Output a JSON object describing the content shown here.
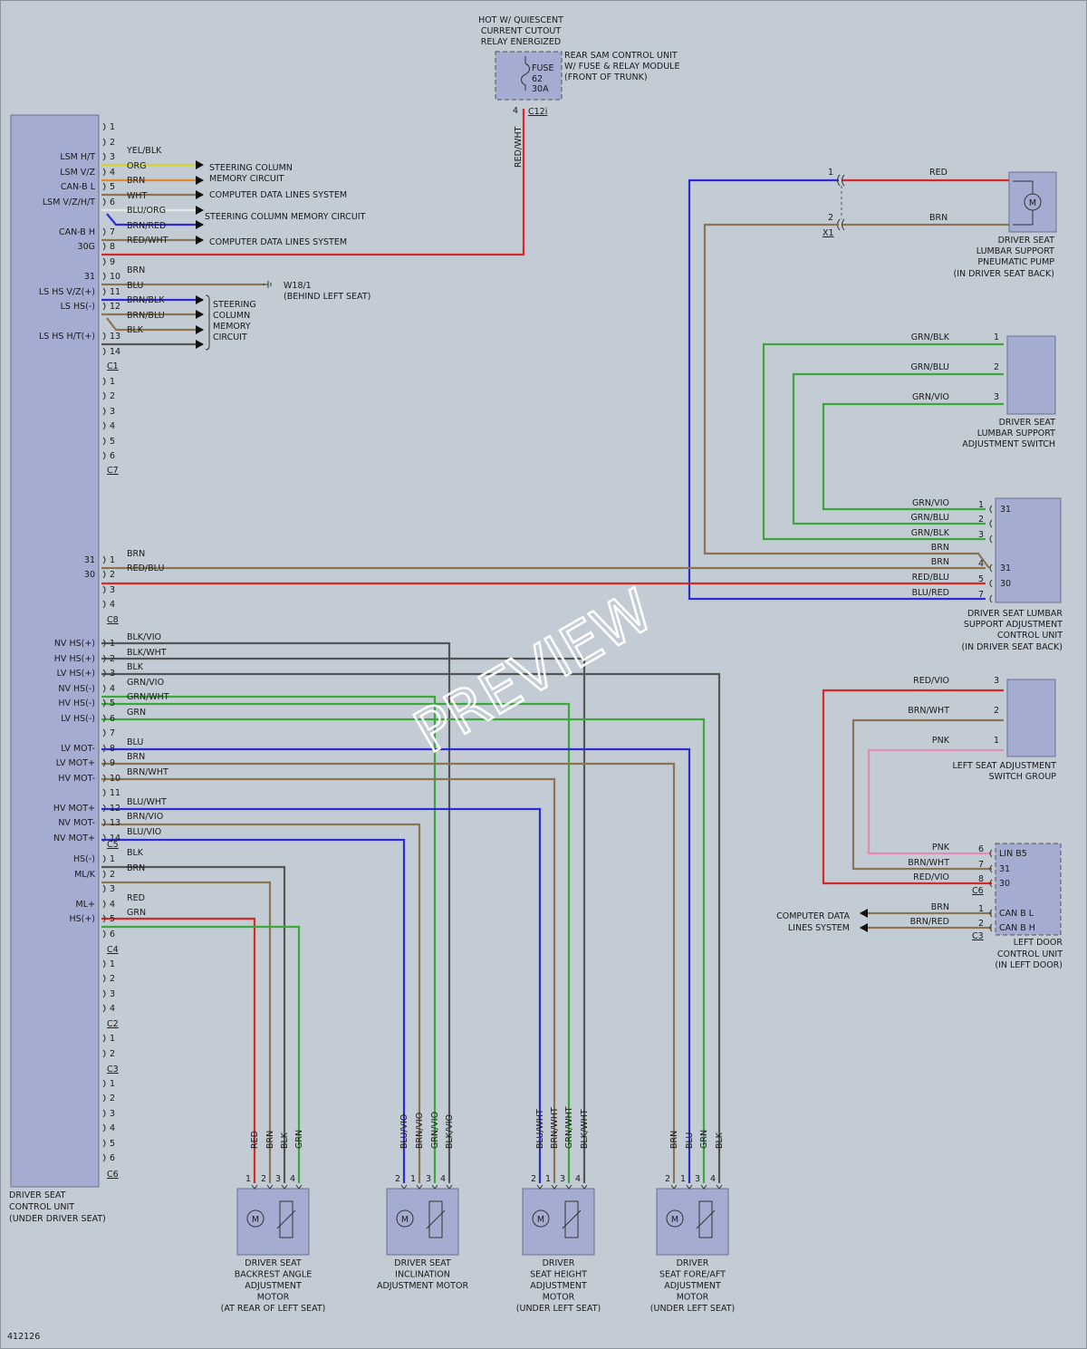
{
  "colors": {
    "background": "#c3ccd4",
    "component_fill": "#a4acd2",
    "RED": "#d42a2a",
    "BRN": "#8b7355",
    "BLK": "#555555",
    "BLU": "#2b2bd6",
    "GRN": "#3aa83a",
    "VIO": "#8a3fc0",
    "YEL": "#d8d230",
    "ORG": "#e08a2a",
    "WHT": "#e6e6e6",
    "PNK": "#e28ab8"
  },
  "watermark": "PREVIEW",
  "figure_number": "412126",
  "fuse": {
    "hot_label": [
      "HOT W/ QUIESCENT",
      "CURRENT CUTOUT",
      "RELAY ENERGIZED"
    ],
    "unit_label": [
      "REAR SAM CONTROL UNIT",
      "W/ FUSE & RELAY MODULE",
      "(FRONT OF TRUNK)"
    ],
    "fuse_text": [
      "FUSE",
      "62",
      "30A"
    ],
    "pin": "4",
    "connector": "C12i",
    "wire": "RED/WHT"
  },
  "control_unit": {
    "label": [
      "DRIVER SEAT",
      "CONTROL UNIT",
      "(UNDER DRIVER SEAT)"
    ],
    "connectors": [
      "C1",
      "C7",
      "C8",
      "C5",
      "C4",
      "C2",
      "C3",
      "C6"
    ]
  },
  "c1": {
    "pins": [
      {
        "n": "1",
        "sig": "",
        "wire": ""
      },
      {
        "n": "2",
        "sig": "",
        "wire": ""
      },
      {
        "n": "3",
        "sig": "LSM H/T",
        "wire": "YEL/BLK"
      },
      {
        "n": "4",
        "sig": "LSM V/Z",
        "wire": "ORG"
      },
      {
        "n": "5",
        "sig": "CAN-B L",
        "wire": "BRN"
      },
      {
        "n": "6",
        "sig": "LSM V/Z/H/T",
        "wire": "WHT"
      },
      {
        "n": "",
        "sig": "",
        "wire": "BLU/ORG"
      },
      {
        "n": "7",
        "sig": "CAN-B H",
        "wire": "BRN/RED"
      },
      {
        "n": "8",
        "sig": "30G",
        "wire": "RED/WHT"
      },
      {
        "n": "9",
        "sig": "",
        "wire": ""
      },
      {
        "n": "10",
        "sig": "31",
        "wire": "BRN"
      },
      {
        "n": "11",
        "sig": "LS HS V/Z(+)",
        "wire": "BLU"
      },
      {
        "n": "12",
        "sig": "LS HS(-)",
        "wire": "BRN/BLK"
      },
      {
        "n": "",
        "sig": "",
        "wire": "BRN/BLU"
      },
      {
        "n": "13",
        "sig": "LS HS H/T(+)",
        "wire": "BLK"
      },
      {
        "n": "14",
        "sig": "",
        "wire": ""
      }
    ],
    "destinations": {
      "steering_memory": [
        "STEERING COLUMN",
        "MEMORY CIRCUIT"
      ],
      "computer_data": "COMPUTER DATA LINES SYSTEM",
      "steering_memory_circuit": "STEERING COLUMN MEMORY CIRCUIT",
      "computer_data_2": "COMPUTER DATA LINES SYSTEM",
      "ground": [
        "W18/1",
        "(BEHIND LEFT SEAT)"
      ],
      "steering_memory_2": [
        "STEERING",
        "COLUMN",
        "MEMORY",
        "CIRCUIT"
      ]
    }
  },
  "c7": {
    "pins": [
      "1",
      "2",
      "3",
      "4",
      "5",
      "6"
    ]
  },
  "c8": {
    "pins": [
      {
        "n": "1",
        "sig": "31",
        "wire": "BRN"
      },
      {
        "n": "2",
        "sig": "30",
        "wire": "RED/BLU"
      },
      {
        "n": "3",
        "sig": "",
        "wire": ""
      },
      {
        "n": "4",
        "sig": "",
        "wire": ""
      }
    ]
  },
  "c5": {
    "pins": [
      {
        "n": "1",
        "sig": "NV HS(+)",
        "wire": "BLK/VIO"
      },
      {
        "n": "2",
        "sig": "HV HS(+)",
        "wire": "BLK/WHT"
      },
      {
        "n": "3",
        "sig": "LV HS(+)",
        "wire": "BLK"
      },
      {
        "n": "4",
        "sig": "NV HS(-)",
        "wire": "GRN/VIO"
      },
      {
        "n": "5",
        "sig": "HV HS(-)",
        "wire": "GRN/WHT"
      },
      {
        "n": "6",
        "sig": "LV HS(-)",
        "wire": "GRN"
      },
      {
        "n": "7",
        "sig": "",
        "wire": ""
      },
      {
        "n": "8",
        "sig": "LV MOT-",
        "wire": "BLU"
      },
      {
        "n": "9",
        "sig": "LV MOT+",
        "wire": "BRN"
      },
      {
        "n": "10",
        "sig": "HV MOT-",
        "wire": "BRN/WHT"
      },
      {
        "n": "11",
        "sig": "",
        "wire": ""
      },
      {
        "n": "12",
        "sig": "HV MOT+",
        "wire": "BLU/WHT"
      },
      {
        "n": "13",
        "sig": "NV MOT-",
        "wire": "BRN/VIO"
      },
      {
        "n": "14",
        "sig": "NV MOT+",
        "wire": "BLU/VIO"
      }
    ]
  },
  "c4": {
    "pins": [
      {
        "n": "1",
        "sig": "HS(-)",
        "wire": "BLK"
      },
      {
        "n": "2",
        "sig": "ML/K",
        "wire": "BRN"
      },
      {
        "n": "3",
        "sig": "",
        "wire": ""
      },
      {
        "n": "4",
        "sig": "ML+",
        "wire": "RED"
      },
      {
        "n": "5",
        "sig": "HS(+)",
        "wire": "GRN"
      },
      {
        "n": "6",
        "sig": "",
        "wire": ""
      }
    ]
  },
  "c2": {
    "pins": [
      "1",
      "2",
      "3",
      "4"
    ]
  },
  "c3": {
    "pins": [
      "1",
      "2"
    ]
  },
  "c6": {
    "pins": [
      "1",
      "2",
      "3",
      "4",
      "5",
      "6"
    ]
  },
  "pump": {
    "label": [
      "DRIVER SEAT",
      "LUMBAR SUPPORT",
      "PNEUMATIC PUMP",
      "(IN DRIVER SEAT BACK)"
    ],
    "pins": [
      "1",
      "2"
    ],
    "wires": [
      "RED",
      "BRN"
    ],
    "connector": "X1",
    "motor": "M"
  },
  "lumbar_switch": {
    "label": [
      "DRIVER SEAT",
      "LUMBAR SUPPORT",
      "ADJUSTMENT SWITCH"
    ],
    "pins": [
      "1",
      "2",
      "3"
    ],
    "wires": [
      "GRN/BLK",
      "GRN/BLU",
      "GRN/VIO"
    ]
  },
  "lumbar_unit": {
    "label": [
      "DRIVER SEAT LUMBAR",
      "SUPPORT ADJUSTMENT",
      "CONTROL UNIT",
      "(IN DRIVER SEAT BACK)"
    ],
    "pins": [
      {
        "n": "1",
        "wire": "GRN/VIO",
        "inner": "31"
      },
      {
        "n": "2",
        "wire": "GRN/BLU",
        "inner": ""
      },
      {
        "n": "3",
        "wire": "GRN/BLK",
        "inner": ""
      },
      {
        "n": "",
        "wire": "BRN",
        "inner": ""
      },
      {
        "n": "4",
        "wire": "BRN",
        "inner": "31"
      },
      {
        "n": "5",
        "wire": "RED/BLU",
        "inner": "30"
      },
      {
        "n": "7",
        "wire": "BLU/RED",
        "inner": ""
      }
    ]
  },
  "left_switch": {
    "label": [
      "LEFT SEAT ADJUSTMENT",
      "SWITCH GROUP"
    ],
    "pins": [
      "3",
      "2",
      "1"
    ],
    "wires": [
      "RED/VIO",
      "BRN/WHT",
      "PNK"
    ]
  },
  "door_unit": {
    "label": [
      "LEFT DOOR",
      "CONTROL UNIT",
      "(IN LEFT DOOR)"
    ],
    "c6_pins": [
      {
        "n": "6",
        "wire": "PNK",
        "inner": "LIN B5"
      },
      {
        "n": "7",
        "wire": "BRN/WHT",
        "inner": "31"
      },
      {
        "n": "8",
        "wire": "RED/VIO",
        "inner": "30"
      }
    ],
    "c6_connector": "C6",
    "c3_pins": [
      {
        "n": "1",
        "wire": "BRN",
        "inner": "CAN B L"
      },
      {
        "n": "2",
        "wire": "BRN/RED",
        "inner": "CAN B H"
      }
    ],
    "c3_connector": "C3",
    "computer_data": [
      "COMPUTER DATA",
      "LINES SYSTEM"
    ]
  },
  "motors": [
    {
      "label": [
        "DRIVER SEAT",
        "BACKREST ANGLE",
        "ADJUSTMENT",
        "MOTOR",
        "(AT REAR OF LEFT SEAT)"
      ],
      "pins": [
        "1",
        "2",
        "3",
        "4"
      ],
      "wires": [
        "RED",
        "BRN",
        "BLK",
        "GRN"
      ]
    },
    {
      "label": [
        "DRIVER SEAT",
        "INCLINATION",
        "ADJUSTMENT MOTOR"
      ],
      "pins": [
        "2",
        "1",
        "3",
        "4"
      ],
      "wires": [
        "BLU/VIO",
        "BRN/VIO",
        "GRN/VIO",
        "BLK/VIO"
      ]
    },
    {
      "label": [
        "DRIVER",
        "SEAT HEIGHT",
        "ADJUSTMENT",
        "MOTOR",
        "(UNDER LEFT SEAT)"
      ],
      "pins": [
        "2",
        "1",
        "3",
        "4"
      ],
      "wires": [
        "BLU/WHT",
        "BRN/WHT",
        "GRN/WHT",
        "BLK/WHT"
      ]
    },
    {
      "label": [
        "DRIVER",
        "SEAT FORE/AFT",
        "ADJUSTMENT",
        "MOTOR",
        "(UNDER LEFT SEAT)"
      ],
      "pins": [
        "2",
        "1",
        "3",
        "4"
      ],
      "wires": [
        "BRN",
        "BLU",
        "GRN",
        "BLK"
      ]
    }
  ]
}
